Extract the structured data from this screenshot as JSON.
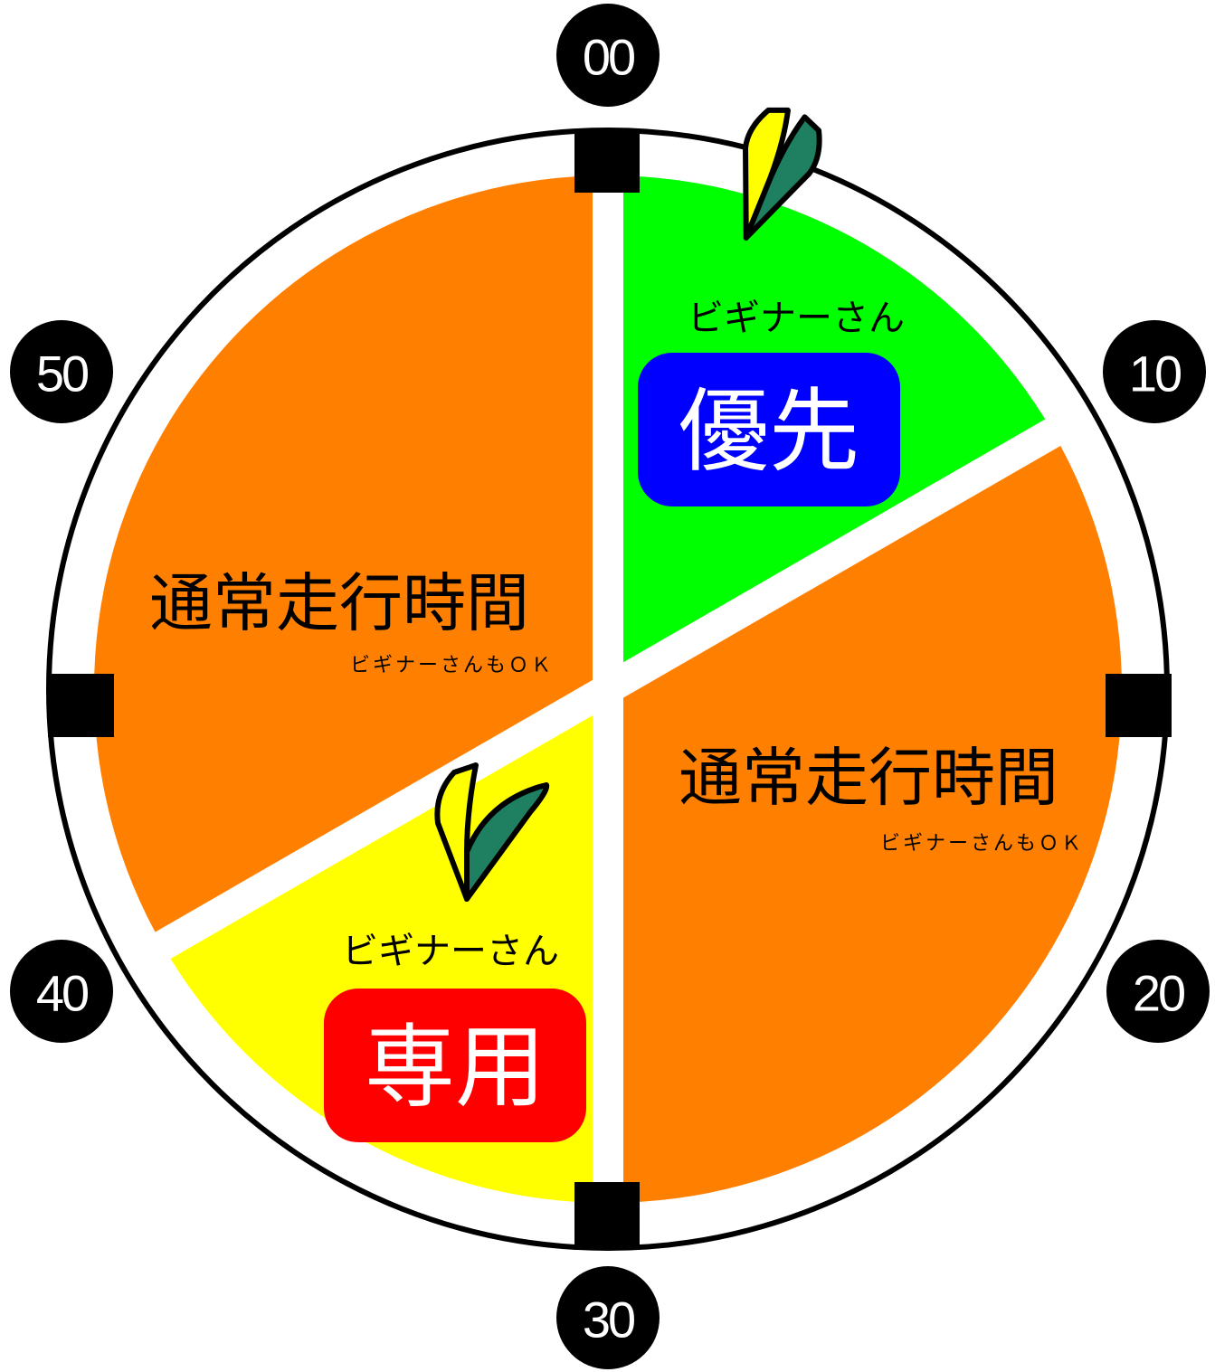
{
  "minute_labels": [
    {
      "id": "00",
      "label": "00"
    },
    {
      "id": "10",
      "label": "10"
    },
    {
      "id": "20",
      "label": "20"
    },
    {
      "id": "30",
      "label": "30"
    },
    {
      "id": "40",
      "label": "40"
    },
    {
      "id": "50",
      "label": "50"
    }
  ],
  "segments": {
    "priority": {
      "range_minutes": [
        0,
        10
      ],
      "color": "#00ff00",
      "label": "ビギナーさん",
      "badge": "優先",
      "badge_color": "#0000ff"
    },
    "normal_right": {
      "range_minutes": [
        10,
        30
      ],
      "color": "#ff8000",
      "title": "通常走行時間",
      "subtitle": "ビギナーさんもＯＫ"
    },
    "beginner_only": {
      "range_minutes": [
        30,
        40
      ],
      "color": "#ffff00",
      "label": "ビギナーさん",
      "badge": "専用",
      "badge_color": "#ff0000"
    },
    "normal_left": {
      "range_minutes": [
        40,
        60
      ],
      "color": "#ff8000",
      "title": "通常走行時間",
      "subtitle": "ビギナーさんもＯＫ"
    }
  },
  "icons": {
    "beginner_mark": "wakaba-beginner-mark-icon",
    "beginner_mark_colors": [
      "#ffff00",
      "#008060"
    ]
  },
  "colors": {
    "divider": "#ffffff",
    "outline": "#000000",
    "tick": "#000000"
  }
}
